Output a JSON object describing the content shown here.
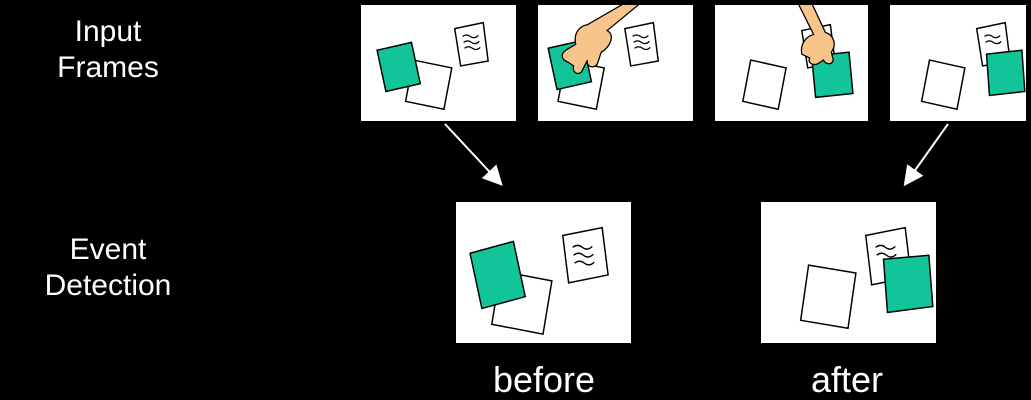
{
  "labels": {
    "input_frames": "Input\nFrames",
    "event_detection": "Event\nDetection"
  },
  "captions": {
    "before": "before",
    "after": "after"
  },
  "colors": {
    "background": "#000000",
    "frame": "#ffffff",
    "teal_card": "#11c49a",
    "hand": "#f7c48a"
  }
}
